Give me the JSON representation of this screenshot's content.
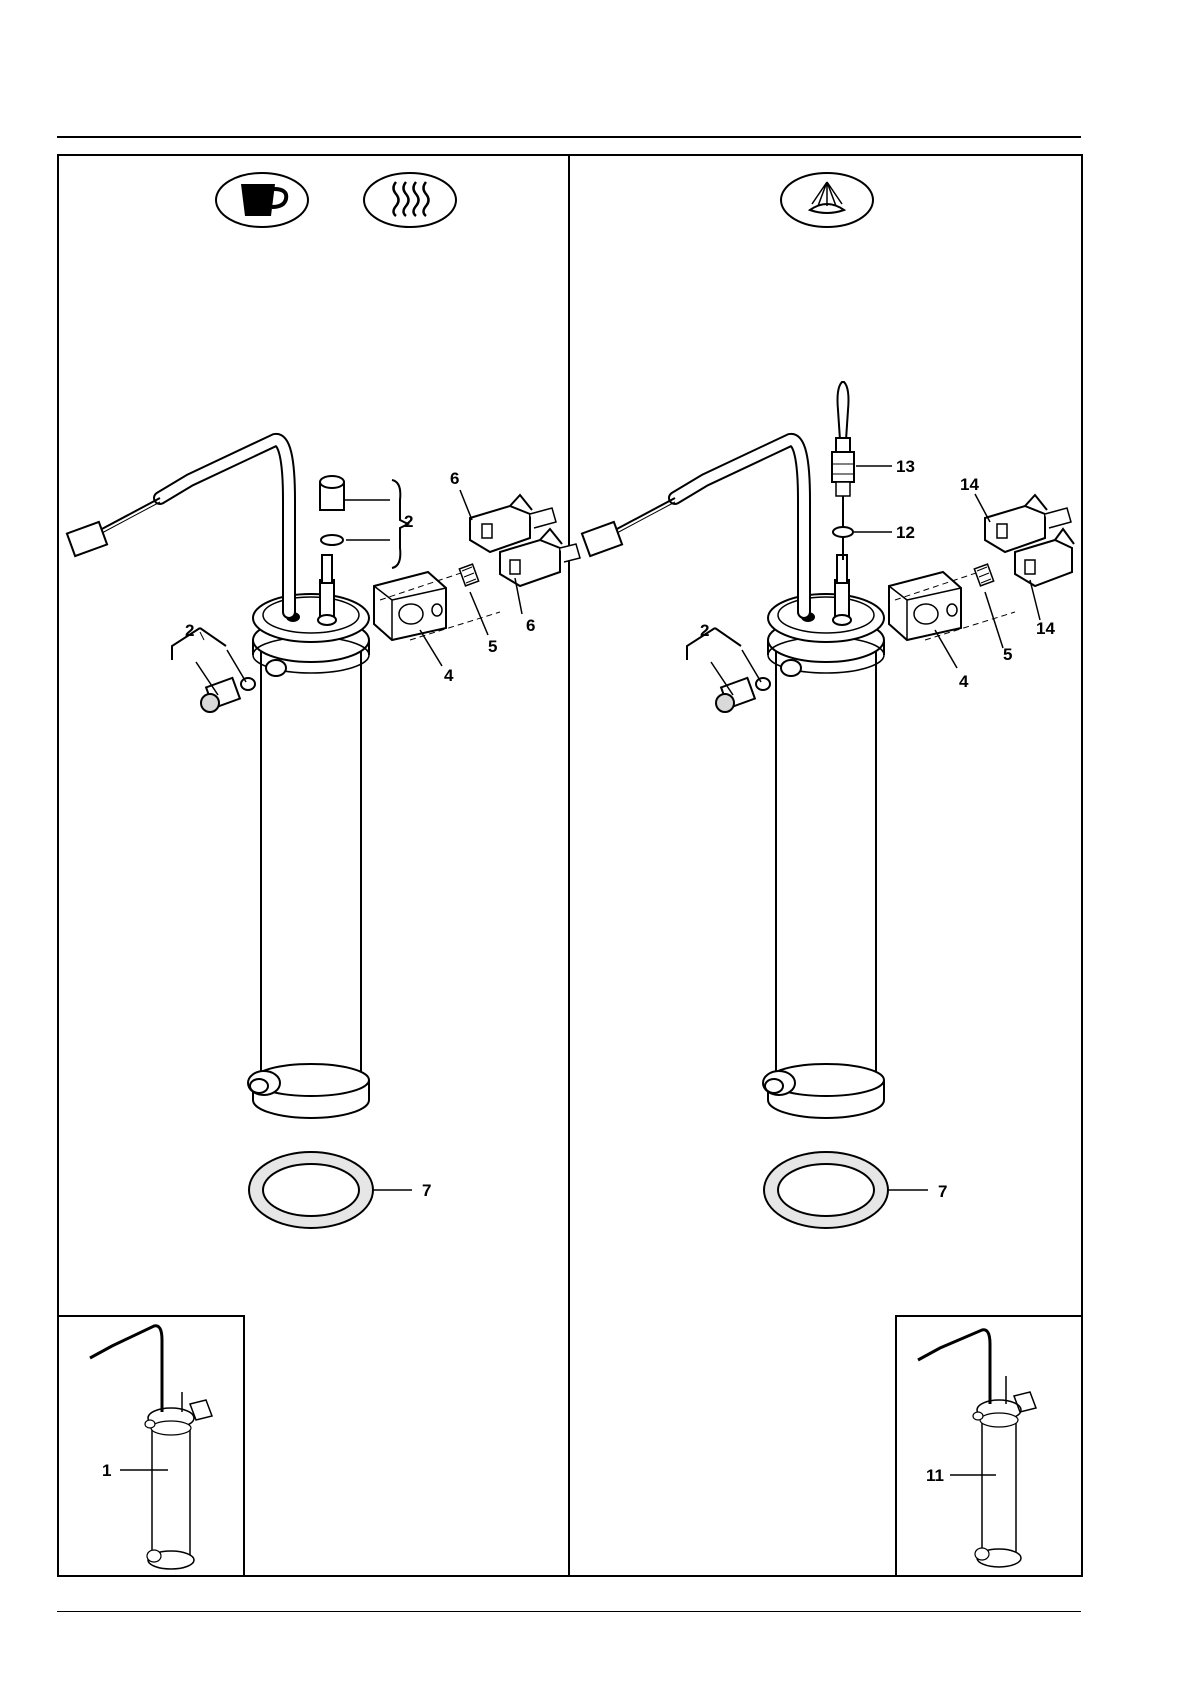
{
  "left_panel": {
    "icons": [
      "coffee-cup-icon",
      "steam-waves-icon"
    ],
    "callouts": {
      "sensor_group": "2",
      "fitting_group": "2",
      "clip": "4",
      "screw": "5",
      "thermostat_top": "6",
      "thermostat_bottom": "6",
      "gasket": "7",
      "assembly": "1"
    }
  },
  "right_panel": {
    "icons": [
      "steam-wand-nozzle-icon"
    ],
    "callouts": {
      "probe": "13",
      "oring": "12",
      "thermostat_top": "14",
      "thermostat_bottom": "14",
      "fitting_group": "2",
      "clip": "4",
      "screw": "5",
      "gasket": "7",
      "assembly": "11"
    }
  },
  "colors": {
    "line": "#000000",
    "paper": "#ffffff",
    "part_fill": "#ffffff",
    "shade": "#d9d9d9"
  }
}
